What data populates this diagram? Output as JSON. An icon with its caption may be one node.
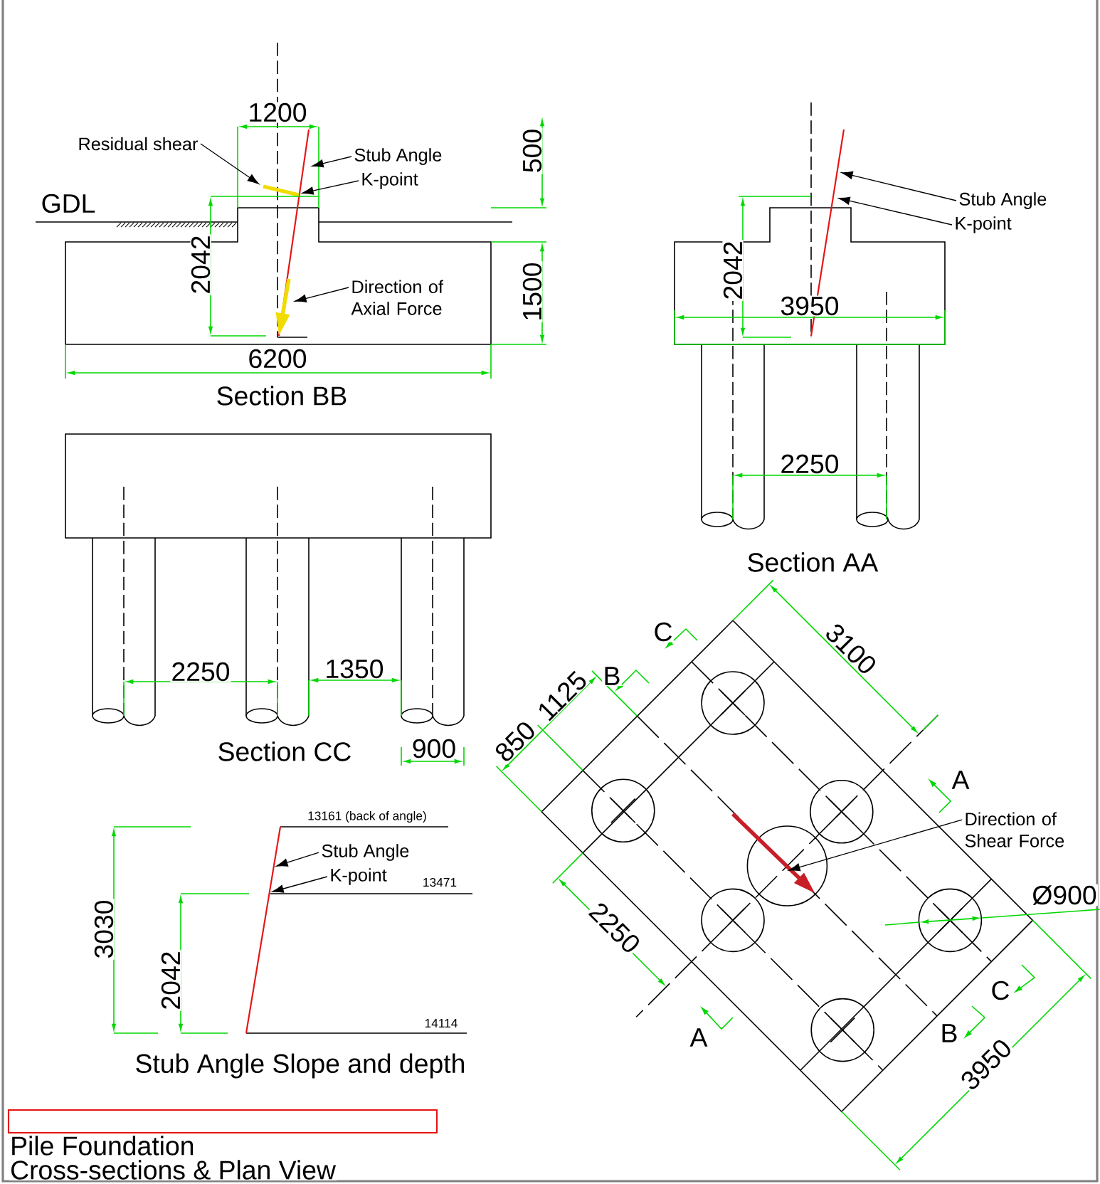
{
  "diagram": {
    "nodes": [
      {
        "text": [
          "Residual shear"
        ]
      },
      {
        "text": [
          "Stub Angle"
        ]
      },
      {
        "text": [
          "K-point"
        ]
      },
      {
        "text": [
          "Direction of Axial Force"
        ]
      },
      {
        "text": [
          "Stub Angle"
        ]
      },
      {
        "text": [
          "K-point"
        ]
      },
      {
        "text": [
          "Direction of Shear Force"
        ]
      },
      {
        "text": [
          "Stub Angle"
        ]
      },
      {
        "text": [
          "K-point"
        ]
      }
    ],
    "edges": [
      {
        "from": 0,
        "to": null,
        "arrow": "to"
      },
      {
        "from": 1,
        "to": null,
        "arrow": "to"
      },
      {
        "from": 2,
        "to": null,
        "arrow": "to"
      },
      {
        "from": 3,
        "to": null,
        "arrow": "to"
      },
      {
        "from": 4,
        "to": null,
        "arrow": "to"
      },
      {
        "from": 5,
        "to": null,
        "arrow": "to"
      },
      {
        "from": 6,
        "to": null,
        "arrow": "to"
      },
      {
        "from": 7,
        "to": null,
        "arrow": "to"
      },
      {
        "from": 8,
        "to": null,
        "arrow": "to"
      }
    ],
    "labels": [
      "1200",
      "500",
      "GDL",
      "2042",
      "1500",
      "6200",
      "Section BB",
      "2042",
      "3950",
      "2250",
      "Section AA",
      "2250",
      "1350",
      "900",
      "Section CC",
      "C",
      "3100",
      "B",
      "1125",
      "850",
      "A",
      "Ø900",
      "2250",
      "A",
      "B",
      "C",
      "3950",
      "13161 (back of angle)",
      "3030",
      "13471",
      "2042",
      "14114",
      "Stub Angle Slope and depth",
      "Pile Foundation",
      "Cross-sections & Plan View"
    ]
  }
}
